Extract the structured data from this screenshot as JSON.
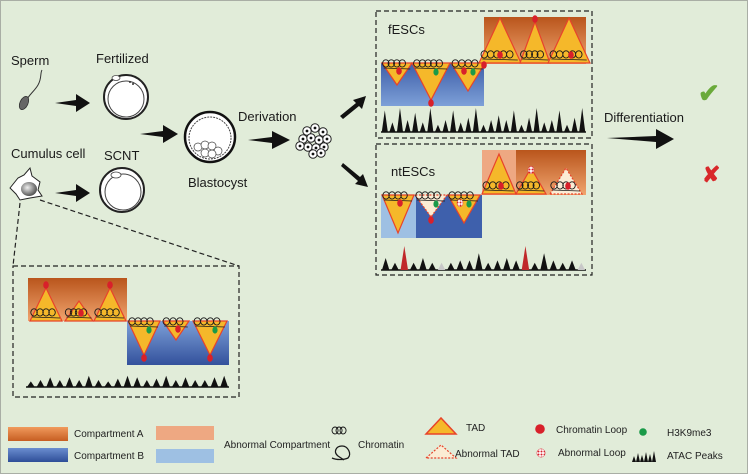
{
  "labels": {
    "sperm": "Sperm",
    "fertilized": "Fertilized",
    "cumulus_cell": "Cumulus cell",
    "scnt": "SCNT",
    "blastocyst": "Blastocyst",
    "derivation": "Derivation",
    "fescs": "fESCs",
    "ntescs": "ntESCs",
    "differentiation": "Differentiation"
  },
  "outcomes": {
    "fescs": {
      "symbol": "✔",
      "color": "#6aaa3a",
      "meaning": "success"
    },
    "ntescs": {
      "symbol": "✘",
      "color": "#d8282a",
      "meaning": "failure"
    }
  },
  "colors": {
    "background": "#e1ecd9",
    "compartment_a_top": "#b9551c",
    "compartment_a_bottom": "#f0a46e",
    "compartment_b_top": "#7d9fd6",
    "compartment_b_bottom": "#3555a0",
    "abnormal_a": "#eea882",
    "abnormal_b": "#9ec0e3",
    "tad_fill": "#f5b82a",
    "tad_stroke": "#e8432a",
    "abnormal_tad_fill": "#fbecd4",
    "loop": "#d8202a",
    "h3k9me3": "#1a9a48",
    "abnormal_peak": "#c0282a",
    "faded_peak": "#c8c8c8"
  },
  "panels": {
    "fescs": {
      "compartment_a_tads": [
        {
          "type": "normal",
          "loop": "top-small"
        },
        {
          "type": "normal",
          "loop": "apex"
        },
        {
          "type": "normal",
          "loop": "inner"
        }
      ],
      "compartment_b_tads": [
        {
          "type": "normal",
          "loop": "inner",
          "h3k9me3": false
        },
        {
          "type": "normal",
          "loop": "apex",
          "h3k9me3": true
        },
        {
          "type": "normal",
          "loop": "inner",
          "h3k9me3": true
        }
      ],
      "atac_peaks": [
        0.9,
        0.4,
        1,
        0.5,
        0.8,
        0.4,
        1,
        0.3,
        0.5,
        0.9,
        0.4,
        0.6,
        1,
        0.3,
        0.5,
        0.7,
        0.5,
        0.9,
        0.3,
        0.6,
        1,
        0.4,
        0.5,
        0.9,
        0.3,
        0.6,
        1
      ]
    },
    "ntescs": {
      "compartment_a": [
        {
          "abnormal": true
        },
        {
          "abnormal": false
        }
      ],
      "compartment_a_tads": [
        {
          "type": "normal",
          "loop": "inner"
        },
        {
          "type": "normal",
          "loop": "abnormal-apex"
        },
        {
          "type": "abnormal",
          "loop": "inner"
        }
      ],
      "compartment_b": [
        {
          "abnormal": true
        },
        {
          "abnormal": false
        }
      ],
      "compartment_b_tads": [
        {
          "type": "normal",
          "loop": "inner",
          "h3k9me3": false
        },
        {
          "type": "abnormal",
          "loop": "apex",
          "h3k9me3": true
        },
        {
          "type": "normal",
          "loop": "abnormal-inner",
          "h3k9me3": true
        }
      ],
      "atac_peaks": [
        {
          "h": 0.5,
          "s": "n"
        },
        {
          "h": 0.3,
          "s": "n"
        },
        {
          "h": 1,
          "s": "red"
        },
        {
          "h": 0.3,
          "s": "n"
        },
        {
          "h": 0.5,
          "s": "n"
        },
        {
          "h": 0.3,
          "s": "n"
        },
        {
          "h": 0.3,
          "s": "faded"
        },
        {
          "h": 0.3,
          "s": "n"
        },
        {
          "h": 0.4,
          "s": "n"
        },
        {
          "h": 0.4,
          "s": "n"
        },
        {
          "h": 0.7,
          "s": "n"
        },
        {
          "h": 0.3,
          "s": "n"
        },
        {
          "h": 0.4,
          "s": "n"
        },
        {
          "h": 0.5,
          "s": "n"
        },
        {
          "h": 0.4,
          "s": "n"
        },
        {
          "h": 1,
          "s": "red"
        },
        {
          "h": 0.3,
          "s": "n"
        },
        {
          "h": 0.7,
          "s": "n"
        },
        {
          "h": 0.4,
          "s": "n"
        },
        {
          "h": 0.3,
          "s": "n"
        },
        {
          "h": 0.4,
          "s": "n"
        },
        {
          "h": 0.3,
          "s": "faded"
        }
      ]
    },
    "cumulus_inset": {
      "compartment_a_tads": [
        {
          "type": "normal",
          "loop": "apex"
        },
        {
          "type": "normal",
          "loop": "inner"
        },
        {
          "type": "normal",
          "loop": "apex"
        }
      ],
      "compartment_b_tads": [
        {
          "type": "normal",
          "loop": "apex",
          "h3k9me3": true
        },
        {
          "type": "normal",
          "loop": "inner",
          "h3k9me3": false
        },
        {
          "type": "normal",
          "loop": "apex",
          "h3k9me3": true
        }
      ],
      "atac_peaks": [
        0.4,
        0.5,
        0.7,
        0.5,
        0.7,
        0.5,
        0.8,
        0.5,
        0.4,
        0.6,
        0.8,
        0.7,
        0.5,
        0.6,
        0.8,
        0.5,
        0.7,
        0.5,
        0.5,
        0.7,
        0.8
      ]
    }
  },
  "legend": {
    "compartment_a": "Compartment A",
    "compartment_b": "Compartment B",
    "abnormal_compartment": "Abnormal Compartment",
    "chromatin": "Chromatin",
    "tad": "TAD",
    "abnormal_tad": "Abnormal TAD",
    "chromatin_loop": "Chromatin Loop",
    "abnormal_loop": "Abnormal Loop",
    "h3k9me3": "H3K9me3",
    "atac_peaks": "ATAC Peaks"
  }
}
